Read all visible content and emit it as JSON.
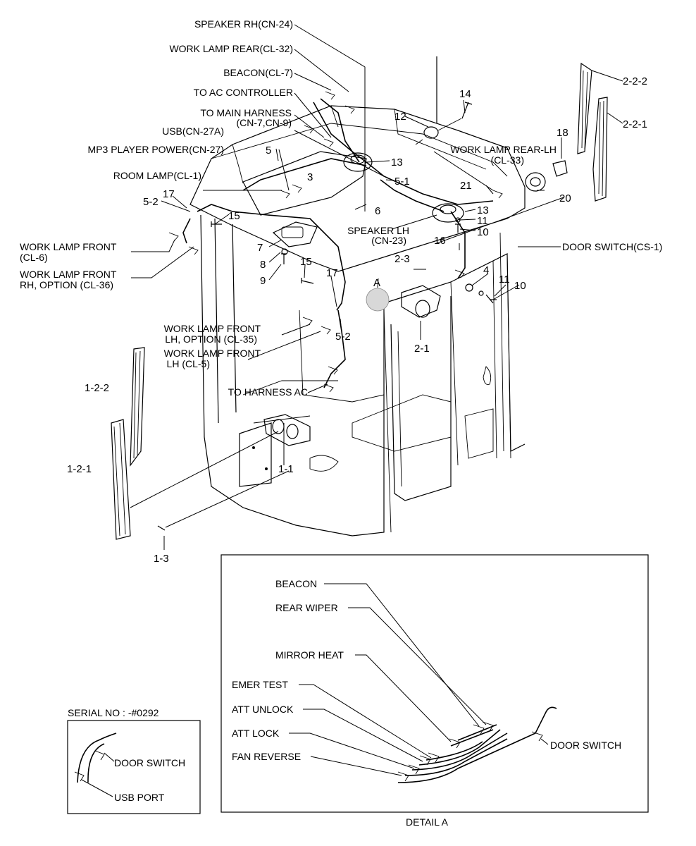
{
  "main_labels": {
    "speaker_rh": "SPEAKER RH(CN-24)",
    "work_lamp_rear": "WORK LAMP REAR(CL-32)",
    "beacon": "BEACON(CL-7)",
    "to_ac_controller": "TO AC CONTROLLER",
    "to_main_harness_1": "TO MAIN HARNESS",
    "to_main_harness_2": "(CN-7,CN-9)",
    "usb": "USB(CN-27A)",
    "mp3_power": "MP3 PLAYER POWER(CN-27)",
    "room_lamp": "ROOM LAMP(CL-1)",
    "work_lamp_front_1": "WORK LAMP FRONT",
    "work_lamp_front_2": "(CL-6)",
    "wlf_rh_option_1": "WORK LAMP FRONT",
    "wlf_rh_option_2": "RH, OPTION (CL-36)",
    "speaker_lh_1": "SPEAKER LH",
    "speaker_lh_2": "(CN-23)",
    "work_lamp_rear_lh_1": "WORK LAMP REAR-LH",
    "work_lamp_rear_lh_2": "(CL-33)",
    "door_switch_cs1": "DOOR SWITCH(CS-1)",
    "wlf_lh_option_1": "WORK LAMP FRONT",
    "wlf_lh_option_2": "LH, OPTION (CL-35)",
    "wlf_lh_1": "WORK LAMP FRONT",
    "wlf_lh_2": "LH (CL-5)",
    "to_harness_ac": "TO HARNESS AC",
    "detail_marker": "A"
  },
  "part_numbers": {
    "p14": "14",
    "p12": "12",
    "p18": "18",
    "p20": "20",
    "p21": "21",
    "p13a": "13",
    "p13b": "13",
    "p11a": "11",
    "p11b": "11",
    "p10a": "10",
    "p10b": "10",
    "p16": "16",
    "p4": "4",
    "p5": "5",
    "p5_1": "5-1",
    "p3": "3",
    "p6": "6",
    "p17a": "17",
    "p17b": "17",
    "p5_2a": "5-2",
    "p5_2b": "5-2",
    "p15a": "15",
    "p15b": "15",
    "p7": "7",
    "p8": "8",
    "p9": "9",
    "p2_3": "2-3",
    "p2_1": "2-1",
    "p2_2_2": "2-2-2",
    "p2_2_1": "2-2-1",
    "p1_2_2": "1-2-2",
    "p1_2_1": "1-2-1",
    "p1_1": "1-1",
    "p1_3": "1-3"
  },
  "detail_a": {
    "caption": "DETAIL A",
    "labels": {
      "beacon": "BEACON",
      "rear_wiper": "REAR WIPER",
      "mirror_heat": "MIRROR HEAT",
      "emer_test": "EMER TEST",
      "att_unlock": "ATT UNLOCK",
      "att_lock": "ATT LOCK",
      "fan_reverse": "FAN REVERSE",
      "door_switch": "DOOR SWITCH"
    }
  },
  "serial_inset": {
    "title": "SERIAL NO : -#0292",
    "door_switch": "DOOR SWITCH",
    "usb_port": "USB PORT"
  }
}
